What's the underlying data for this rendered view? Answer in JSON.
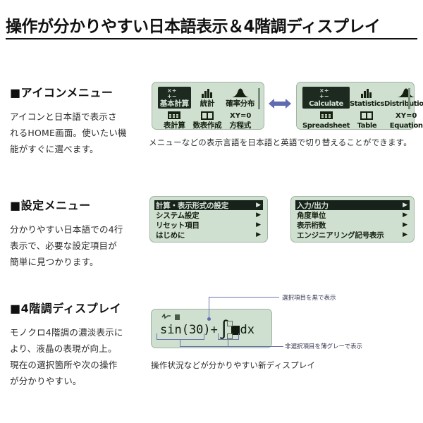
{
  "page": {
    "title": "操作が分かりやすい日本語表示＆4階調ディスプレイ"
  },
  "colors": {
    "lcd_background": "#cfdfd0",
    "lcd_border": "#9fb4a2",
    "lcd_text": "#16200f",
    "lcd_selected_background": "#1d2a1f",
    "lcd_selected_text": "#d8e4d9",
    "accent_arrow": "#5f6ab0",
    "annotation_text": "#33364f",
    "title_text": "#111111"
  },
  "sections": [
    {
      "id": "icon-menu",
      "heading": "■アイコンメニュー",
      "body": [
        "アイコンと日本語で表示さ",
        "れるHOME画面。使いたい機",
        "能がすぐに選べます。"
      ],
      "caption": "メニューなどの表示言語を日本語と英語で切り替えることができます。",
      "swap_arrow": "↔",
      "lcd_japanese": {
        "items": [
          {
            "label": "基本計算",
            "icon": "arithmetic-operators-icon",
            "selected": true
          },
          {
            "label": "統計",
            "icon": "bar-chart-icon",
            "selected": false
          },
          {
            "label": "確率分布",
            "icon": "bell-curve-icon",
            "selected": false
          },
          {
            "label": "表計算",
            "icon": "spreadsheet-grid-icon",
            "selected": false
          },
          {
            "label": "数表作成",
            "icon": "table-icon",
            "selected": false
          },
          {
            "label": "方程式",
            "icon": "xy-equals-zero-icon",
            "selected": false
          }
        ]
      },
      "lcd_english": {
        "items": [
          {
            "label": "Calculate",
            "icon": "arithmetic-operators-icon",
            "selected": true
          },
          {
            "label": "Statistics",
            "icon": "bar-chart-icon",
            "selected": false
          },
          {
            "label": "Distribution",
            "icon": "bell-curve-icon",
            "selected": false
          },
          {
            "label": "Spreadsheet",
            "icon": "spreadsheet-grid-icon",
            "selected": false
          },
          {
            "label": "Table",
            "icon": "table-icon",
            "selected": false
          },
          {
            "label": "Equation",
            "icon": "xy-equals-zero-icon",
            "selected": false
          }
        ]
      }
    },
    {
      "id": "settings-menu",
      "heading": "■設定メニュー",
      "body": [
        "分かりやすい日本語での4行",
        "表示で、必要な設定項目が",
        "簡単に見つかります。"
      ],
      "lcd_left": {
        "rows": [
          {
            "label": "計算・表示形式の設定",
            "arrow": "▶",
            "selected": true
          },
          {
            "label": "システム設定",
            "arrow": "▶",
            "selected": false
          },
          {
            "label": "リセット項目",
            "arrow": "▶",
            "selected": false
          },
          {
            "label": "はじめに",
            "arrow": "▶",
            "selected": false
          }
        ]
      },
      "lcd_right": {
        "rows": [
          {
            "label": "入力/出力",
            "arrow": "▶",
            "selected": true
          },
          {
            "label": "角度単位",
            "arrow": "▶",
            "selected": false
          },
          {
            "label": "表示桁数",
            "arrow": "▶",
            "selected": false
          },
          {
            "label": "エンジニアリング記号表示",
            "arrow": "▶",
            "selected": false
          }
        ]
      }
    },
    {
      "id": "grayscale-display",
      "heading": "■4階調ディスプレイ",
      "body": [
        "モノクロ4階調の濃淡表示に",
        "より、液晶の表現が向上。",
        "現在の選択箇所や次の操作",
        "が分かりやすい。"
      ],
      "caption": "操作状況などが分かりやすい新ディスプレイ",
      "display": {
        "status_icons": [
          "math-mode-icon",
          "degree-mode-icon"
        ],
        "expression_prefix": "sin(30)+",
        "integral_symbol": "∫",
        "expression_suffix": "dx",
        "cursor": "■"
      },
      "annotations": [
        {
          "text": "選択項目を黒で表示"
        },
        {
          "text": "非選択項目を薄グレーで表示"
        }
      ]
    }
  ]
}
